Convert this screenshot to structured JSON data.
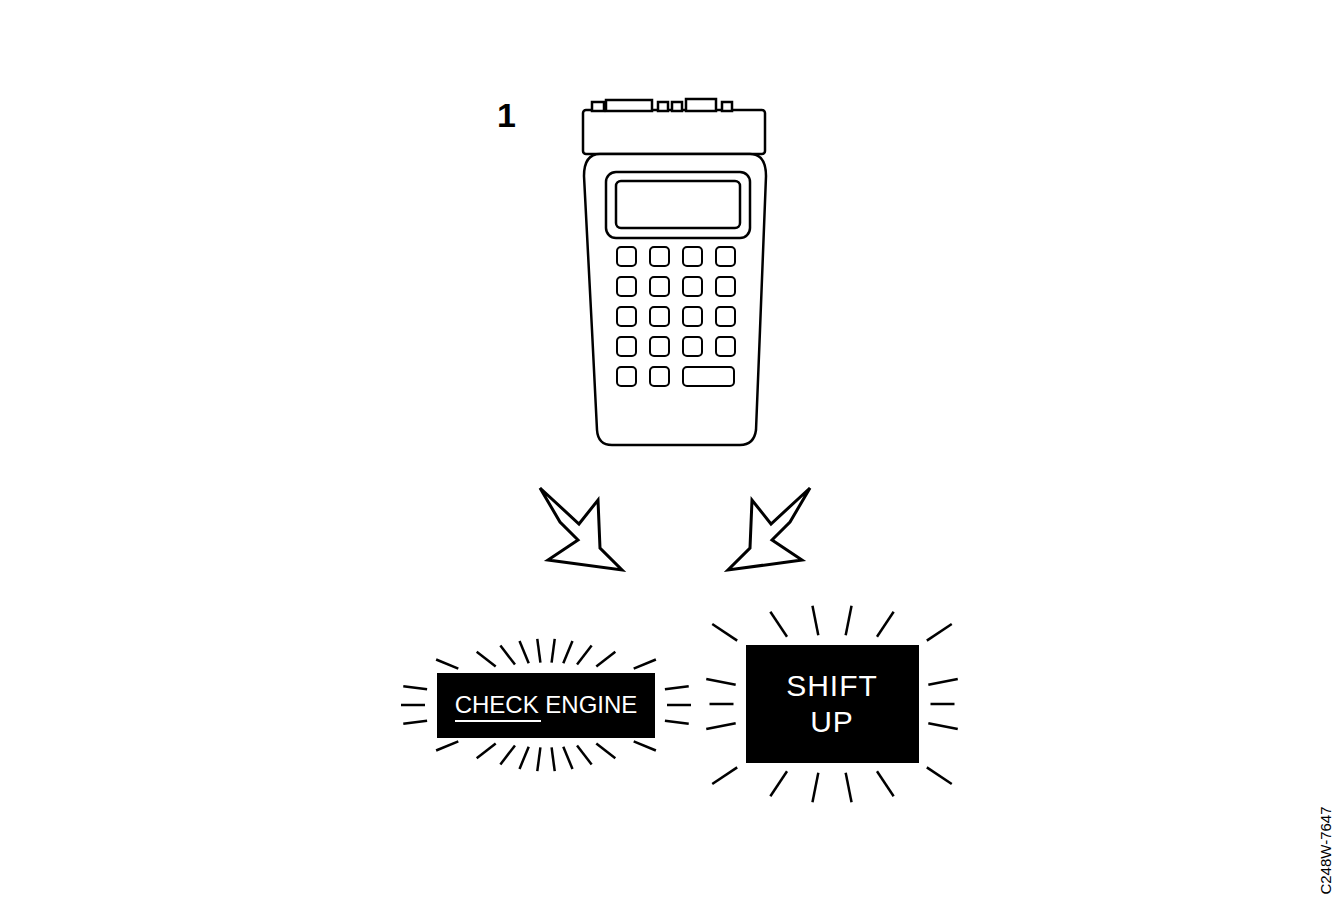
{
  "diagram": {
    "nodes": [
      {
        "text": [
          "CHECK ENGINE"
        ]
      },
      {
        "text": [
          "SHIFT UP"
        ]
      }
    ],
    "labels": [
      "1",
      "C248W-7647"
    ]
  }
}
